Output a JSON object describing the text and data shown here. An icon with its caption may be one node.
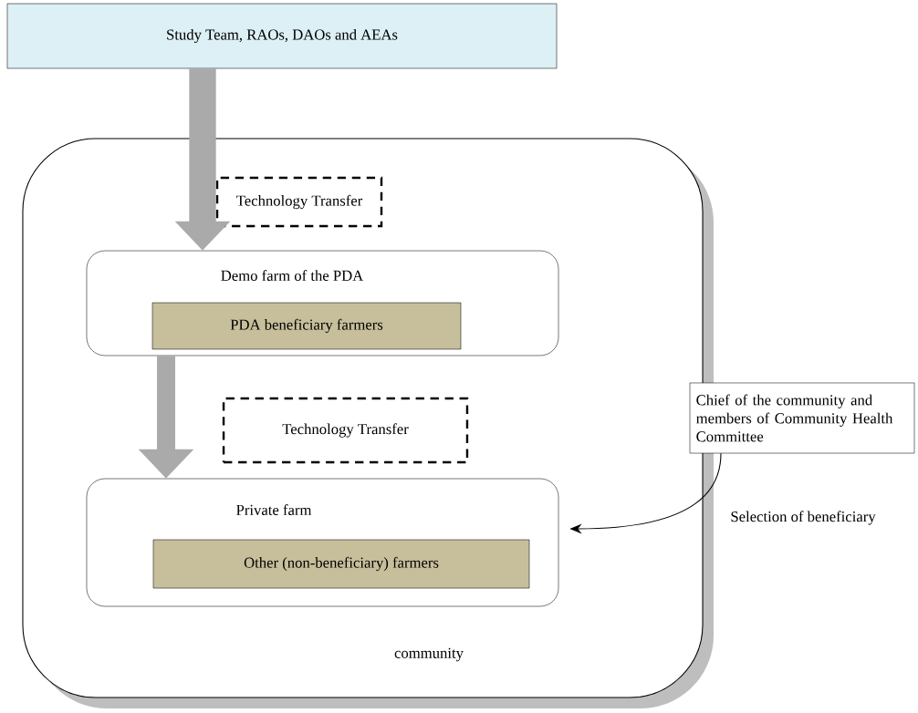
{
  "diagram": {
    "nodes": [
      {
        "text": [
          "Study Team, RAOs, DAOs and AEAs"
        ]
      },
      {
        "text": [
          "community"
        ]
      },
      {
        "text": [
          "Technology Transfer"
        ],
        "in": 1
      },
      {
        "text": [
          "Demo farm of the PDA"
        ],
        "in": 1
      },
      {
        "text": [
          "PDA beneficiary farmers"
        ],
        "in": 3
      },
      {
        "text": [
          "Technology Transfer"
        ],
        "in": 1
      },
      {
        "text": [
          "Private farm"
        ],
        "in": 1
      },
      {
        "text": [
          "Other (non-beneficiary) farmers"
        ],
        "in": 6
      },
      {
        "text": [
          "Chief of the community and members of Community Health Committee"
        ]
      }
    ],
    "edges": [
      {
        "from": 0,
        "to": 3,
        "arrow": "to"
      },
      {
        "from": 3,
        "to": 6,
        "arrow": "to"
      },
      {
        "from": 8,
        "to": 6,
        "arrow": "to",
        "label": "Selection of beneficiary",
        "color": "#000000"
      }
    ]
  }
}
